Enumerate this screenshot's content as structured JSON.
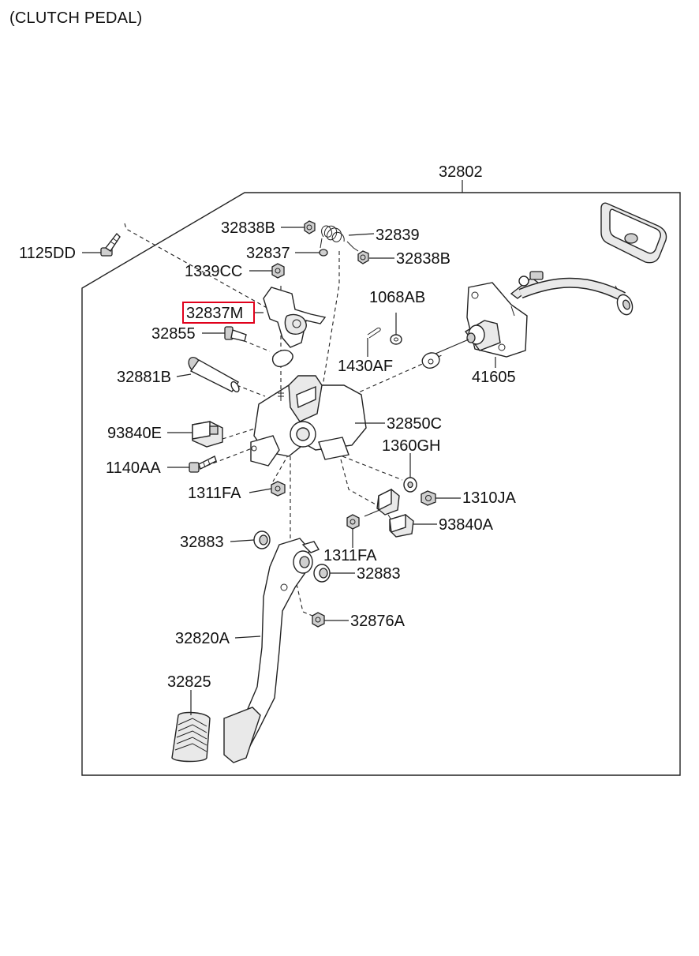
{
  "title": "(CLUTCH PEDAL)",
  "highlight_color": "#e0001b",
  "parts": {
    "p32802": "32802",
    "p32838B_top": "32838B",
    "p32839": "32839",
    "p1125DD": "1125DD",
    "p32837": "32837",
    "p32838B_right": "32838B",
    "p1339CC": "1339CC",
    "p32837M": "32837M",
    "p1068AB": "1068AB",
    "p32855": "32855",
    "p1430AF": "1430AF",
    "p41605": "41605",
    "p32881B": "32881B",
    "p32850C": "32850C",
    "p93840E": "93840E",
    "p1360GH": "1360GH",
    "p1140AA": "1140AA",
    "p1311FA_left": "1311FA",
    "p1310JA": "1310JA",
    "p93840A": "93840A",
    "p32883_left": "32883",
    "p1311FA_right": "1311FA",
    "p32883_right": "32883",
    "p32876A": "32876A",
    "p32820A": "32820A",
    "p32825": "32825"
  }
}
